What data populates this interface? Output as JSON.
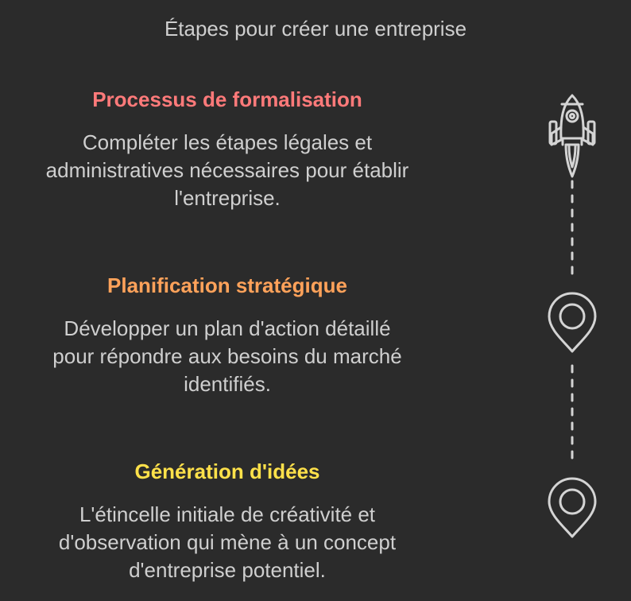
{
  "title": "Étapes pour créer une entreprise",
  "steps": [
    {
      "heading": "Processus de formalisation",
      "description_lines": [
        "Compléter les étapes légales et",
        "administratives nécessaires pour établir",
        "l'entreprise."
      ],
      "color": "#ff7a7a",
      "icon": "rocket-icon"
    },
    {
      "heading": "Planification stratégique",
      "description_lines": [
        "Développer un plan d'action détaillé",
        "pour répondre aux besoins du marché",
        "identifiés."
      ],
      "color": "#ffa25a",
      "icon": "location-pin-icon"
    },
    {
      "heading": "Génération d'idées",
      "description_lines": [
        "L'étincelle initiale de créativité et",
        "d'observation qui mène à un concept",
        "d'entreprise potentiel."
      ],
      "color": "#ffe14a",
      "icon": "location-pin-icon"
    }
  ],
  "colors": {
    "background": "#2b2b2b",
    "text": "#cfcfcf",
    "icon_stroke": "#d4d4d4"
  }
}
